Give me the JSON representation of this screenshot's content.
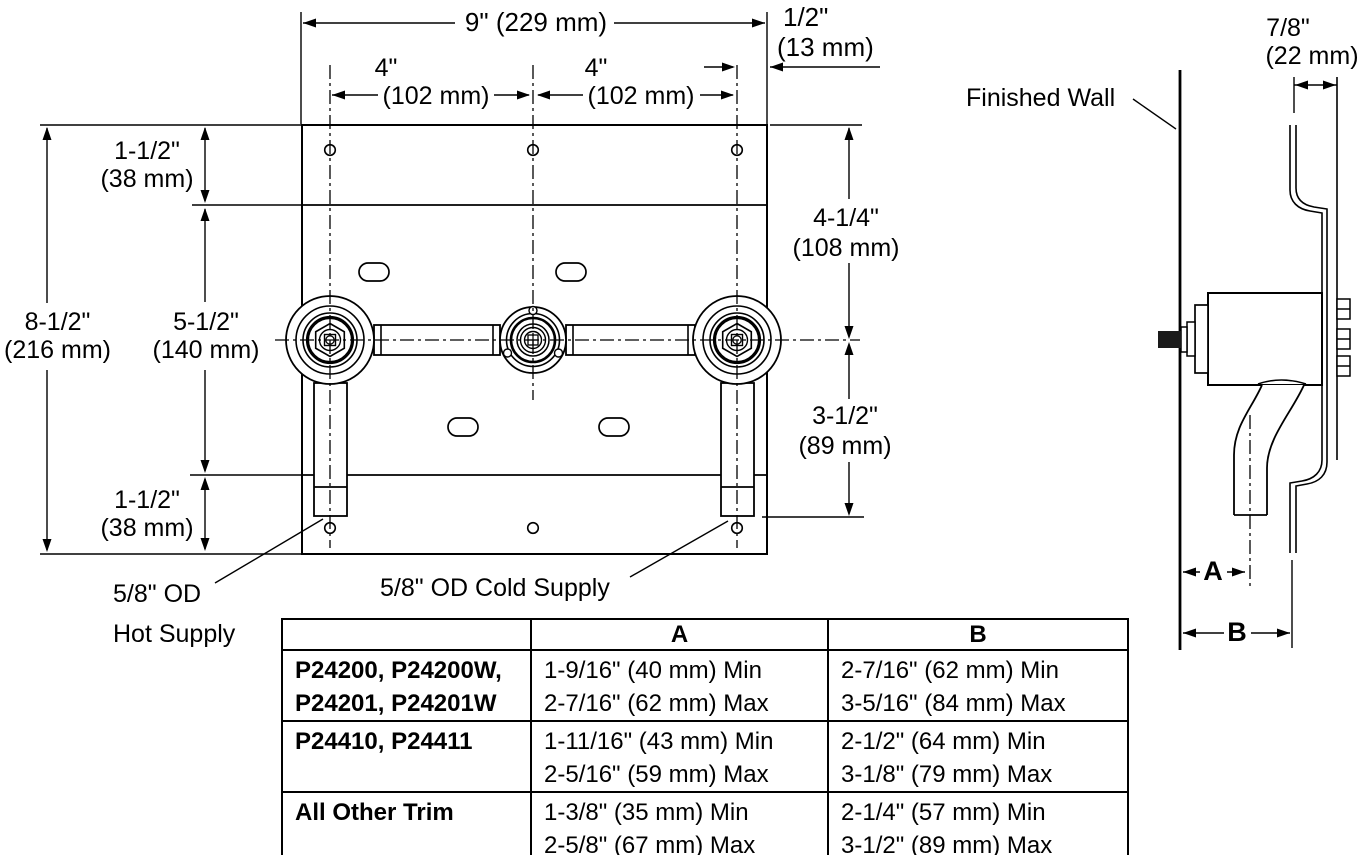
{
  "colors": {
    "ink": "#000000",
    "background": "#ffffff"
  },
  "front_view": {
    "dim_width_total": "9\" (229 mm)",
    "dim_edge_offset_line1": "1/2\"",
    "dim_edge_offset_line2": "(13 mm)",
    "dim_spacing_left_in": "4\"",
    "dim_spacing_left_mm": "(102 mm)",
    "dim_spacing_right_in": "4\"",
    "dim_spacing_right_mm": "(102 mm)",
    "dim_top_margin_line1": "1-1/2\"",
    "dim_top_margin_line2": "(38 mm)",
    "dim_total_height_line1": "8-1/2\"",
    "dim_total_height_line2": "(216 mm)",
    "dim_center_height_line1": "5-1/2\"",
    "dim_center_height_line2": "(140 mm)",
    "dim_bottom_margin_line1": "1-1/2\"",
    "dim_bottom_margin_line2": "(38 mm)",
    "dim_upper_right_line1": "4-1/4\"",
    "dim_upper_right_line2": "(108 mm)",
    "dim_lower_right_line1": "3-1/2\"",
    "dim_lower_right_line2": "(89 mm)",
    "label_hot_supply_line1": "5/8\" OD",
    "label_hot_supply_line2": "Hot Supply",
    "label_cold_supply": "5/8\" OD Cold Supply"
  },
  "side_view": {
    "label_finished_wall": "Finished Wall",
    "dim_depth_line1": "7/8\"",
    "dim_depth_line2": "(22 mm)",
    "label_dim_a": "A",
    "label_dim_b": "B"
  },
  "table": {
    "col_a_header": "A",
    "col_b_header": "B",
    "rows": [
      {
        "model_line1": "P24200, P24200W,",
        "model_line2": "P24201, P24201W",
        "a_line1": "1-9/16\" (40 mm) Min",
        "a_line2": "2-7/16\" (62 mm) Max",
        "b_line1": "2-7/16\" (62 mm) Min",
        "b_line2": "3-5/16\" (84 mm) Max"
      },
      {
        "model_line1": "P24410, P24411",
        "model_line2": "",
        "a_line1": "1-11/16\" (43 mm) Min",
        "a_line2": "2-5/16\" (59 mm) Max",
        "b_line1": "2-1/2\" (64 mm) Min",
        "b_line2": "3-1/8\" (79 mm) Max"
      },
      {
        "model_line1": "All Other Trim",
        "model_line2": "",
        "a_line1": "1-3/8\" (35 mm) Min",
        "a_line2": "2-5/8\" (67 mm) Max",
        "b_line1": "2-1/4\" (57 mm) Min",
        "b_line2": "3-1/2\" (89 mm) Max"
      }
    ]
  }
}
